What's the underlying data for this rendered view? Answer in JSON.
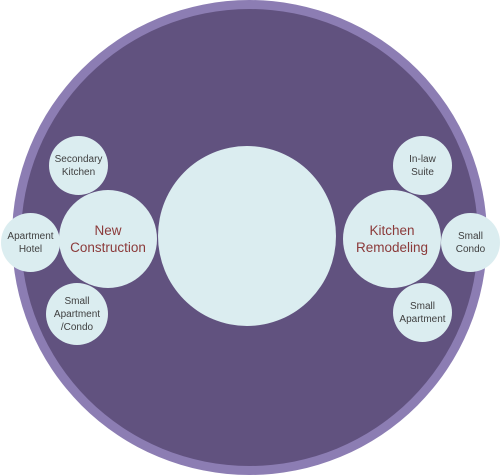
{
  "colors": {
    "outer_ring": "#8c7db3",
    "inner_disc": "#61527f",
    "node_fill": "#dbedf0",
    "primary_text": "#8b3a3a",
    "secondary_text": "#3f3f3f"
  },
  "left_group": {
    "main": "New\nConstruction",
    "items": [
      "Secondary\nKitchen",
      "Apartment\nHotel",
      "Small\nApartment\n/Condo"
    ]
  },
  "right_group": {
    "main": "Kitchen\nRemodeling",
    "items": [
      "In-law\nSuite",
      "Small\nCondo",
      "Small\nApartment"
    ]
  },
  "center": ""
}
